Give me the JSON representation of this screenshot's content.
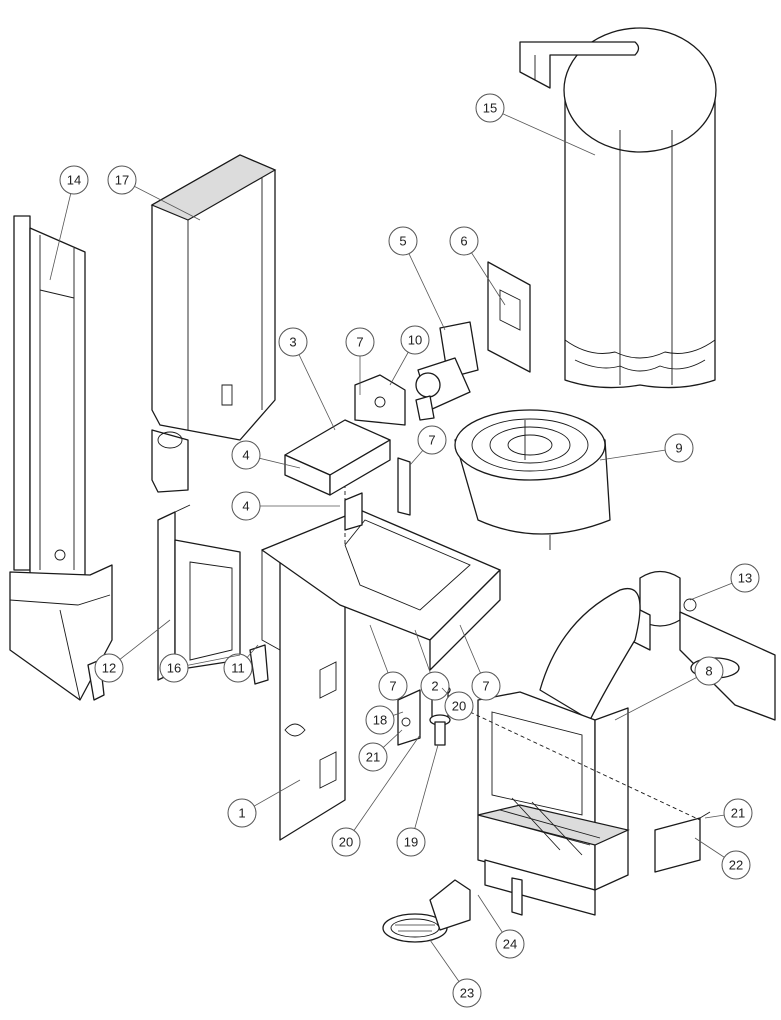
{
  "callouts": [
    {
      "label": "1"
    },
    {
      "label": "2"
    },
    {
      "label": "3"
    },
    {
      "label": "4"
    },
    {
      "label": "4"
    },
    {
      "label": "5"
    },
    {
      "label": "6"
    },
    {
      "label": "7"
    },
    {
      "label": "7"
    },
    {
      "label": "7"
    },
    {
      "label": "7"
    },
    {
      "label": "8"
    },
    {
      "label": "9"
    },
    {
      "label": "10"
    },
    {
      "label": "11"
    },
    {
      "label": "12"
    },
    {
      "label": "13"
    },
    {
      "label": "14"
    },
    {
      "label": "15"
    },
    {
      "label": "16"
    },
    {
      "label": "17"
    },
    {
      "label": "18"
    },
    {
      "label": "19"
    },
    {
      "label": "20"
    },
    {
      "label": "20"
    },
    {
      "label": "21"
    },
    {
      "label": "21"
    },
    {
      "label": "22"
    },
    {
      "label": "23"
    },
    {
      "label": "24"
    }
  ]
}
